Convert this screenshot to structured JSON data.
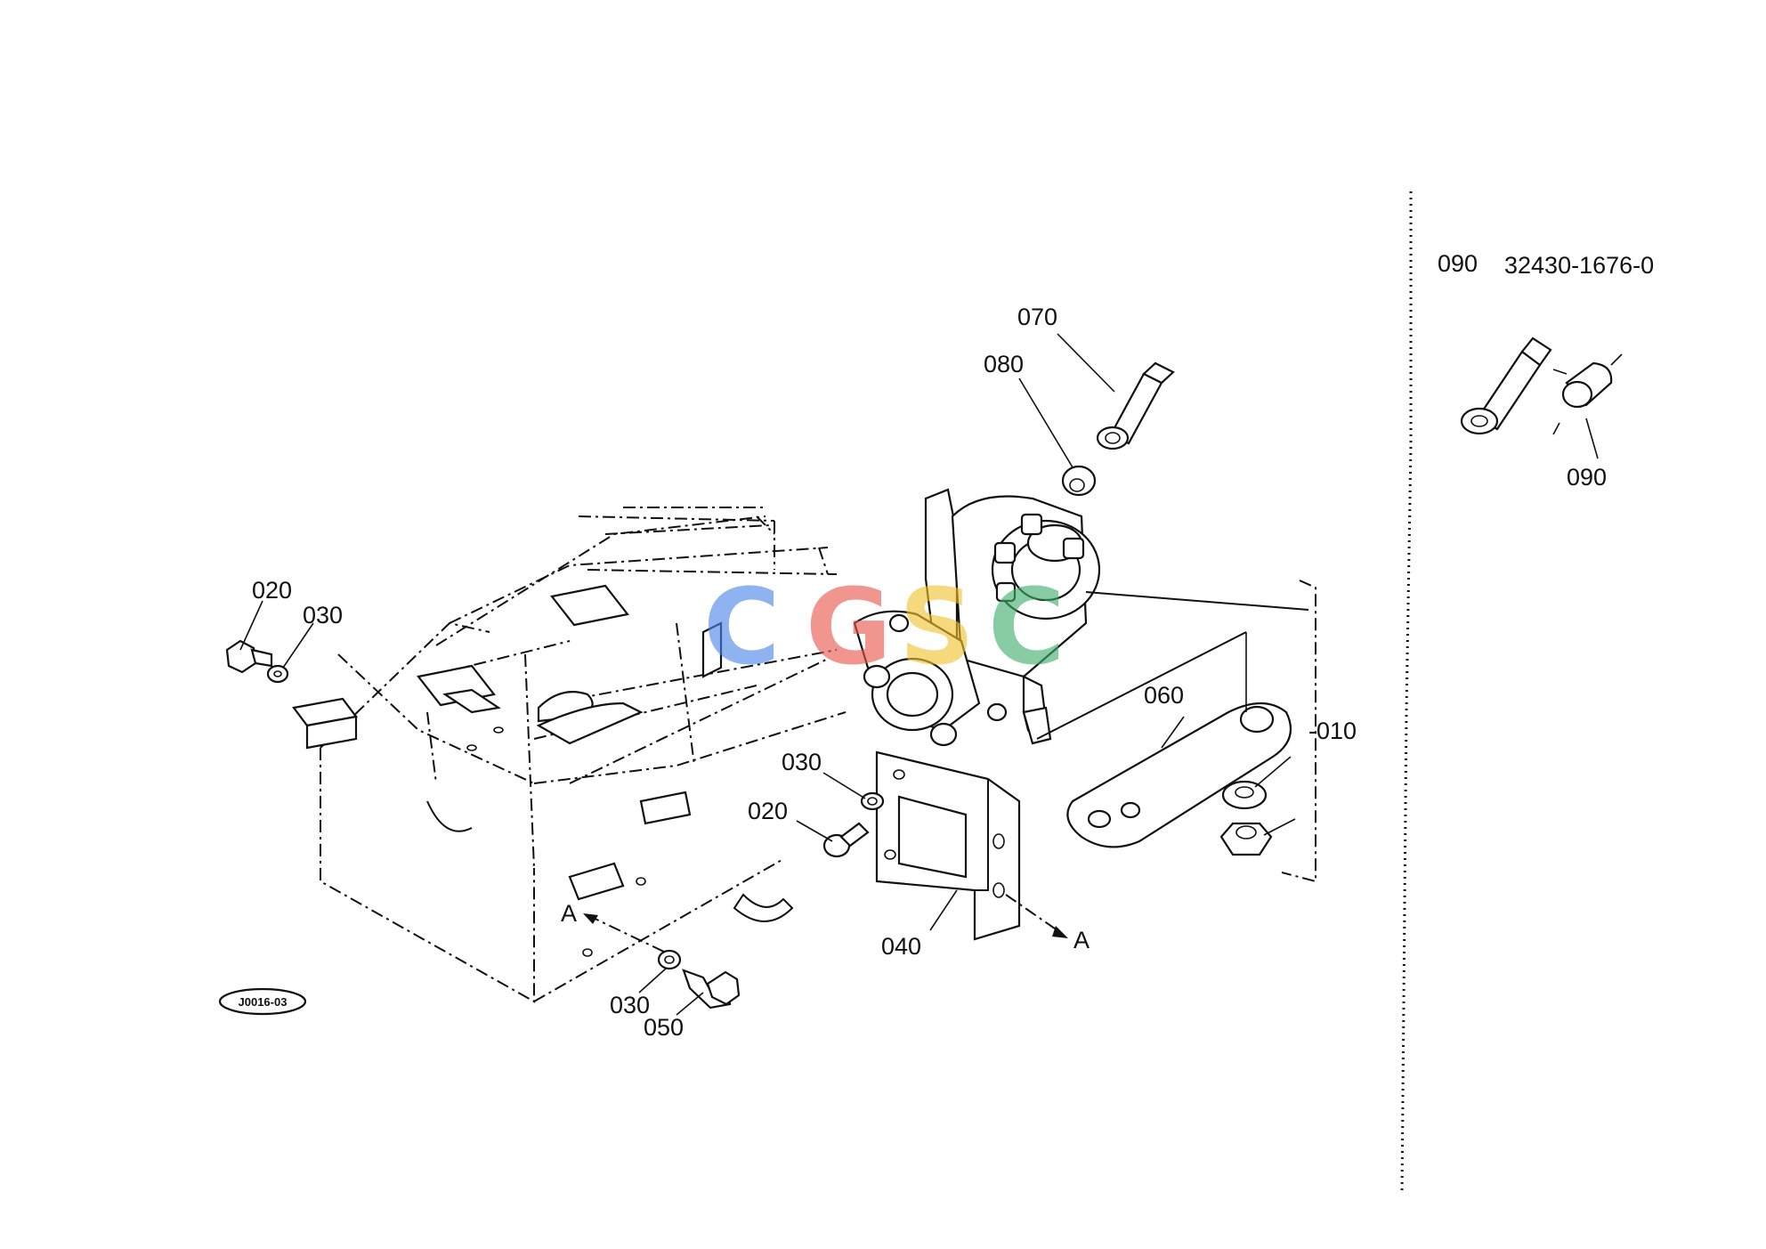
{
  "diagram": {
    "drawing_code": "J0016-03",
    "watermark": {
      "letters": [
        "C",
        "G",
        "S",
        "C"
      ],
      "colors": [
        "#4a86e8",
        "#e8574a",
        "#f2c12e",
        "#3fae6a"
      ]
    },
    "callouts": {
      "c070": "070",
      "c080": "080",
      "c020_left": "020",
      "c030_left": "030",
      "c030_mid": "030",
      "c020_mid": "020",
      "c060": "060",
      "c010": "-010",
      "c040": "040",
      "c030_bottom": "030",
      "c050": "050",
      "arrow_a_left": "A",
      "arrow_a_right": "A"
    },
    "inset": {
      "ref_item": "090",
      "part_number": "32430-1676-0",
      "callout_090": "090"
    }
  }
}
